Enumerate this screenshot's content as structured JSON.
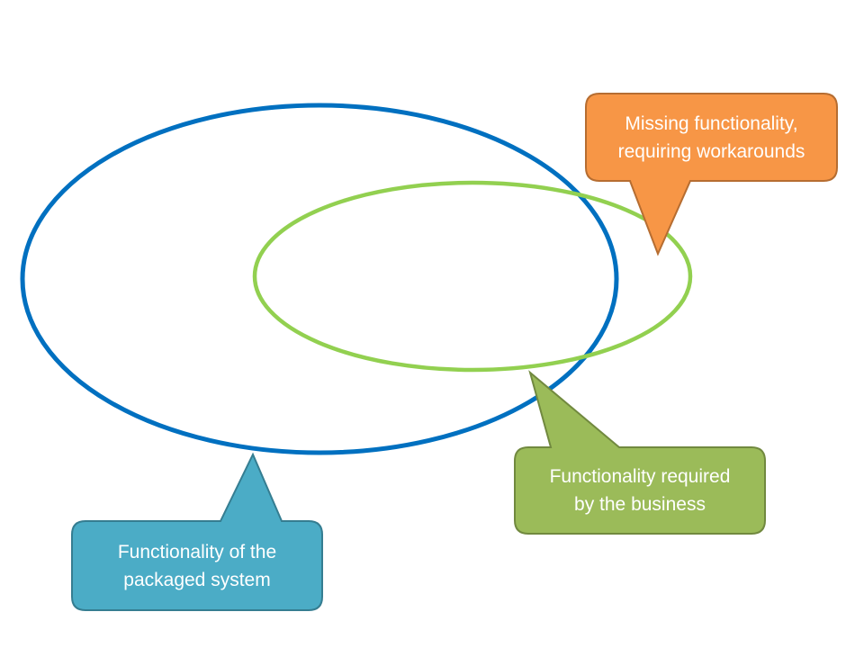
{
  "diagram": {
    "type": "venn-with-callouts",
    "sets": [
      {
        "id": "packaged-system",
        "stroke_color": "#0070C0"
      },
      {
        "id": "business-requirements",
        "stroke_color": "#92D050"
      }
    ],
    "callouts": {
      "missing": {
        "text": "Missing functionality,\nrequiring workarounds",
        "fill": "#F79646",
        "border": "#B66D31",
        "points_to": "business-requirements outside packaged-system"
      },
      "business": {
        "text": "Functionality required\nby the business",
        "fill": "#9BBB59",
        "border": "#71893F",
        "points_to": "business-requirements"
      },
      "packaged": {
        "text": "Functionality of the\npackaged system",
        "fill": "#4BACC6",
        "border": "#357D91",
        "points_to": "packaged-system"
      }
    }
  }
}
